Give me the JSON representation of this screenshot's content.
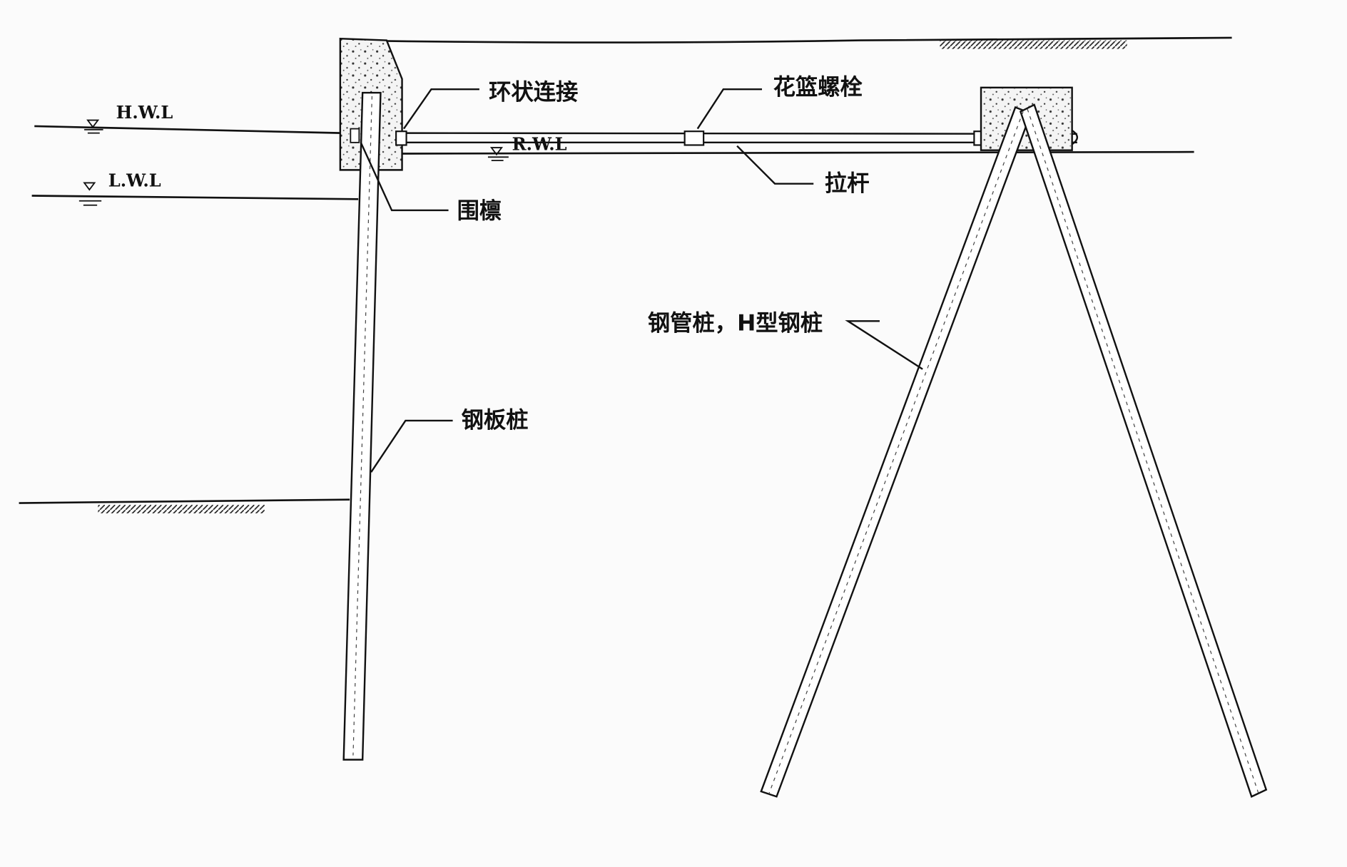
{
  "labels": {
    "ring_connection": "环状连接",
    "turnbuckle": "花篮螺栓",
    "tie_rod": "拉杆",
    "wale": "围檩",
    "anchor_piles": "钢管桩，H型钢桩",
    "sheet_pile": "钢板桩"
  },
  "water_levels": {
    "high": "H.W.L",
    "residual": "R.W.L",
    "low": "L.W.L"
  }
}
